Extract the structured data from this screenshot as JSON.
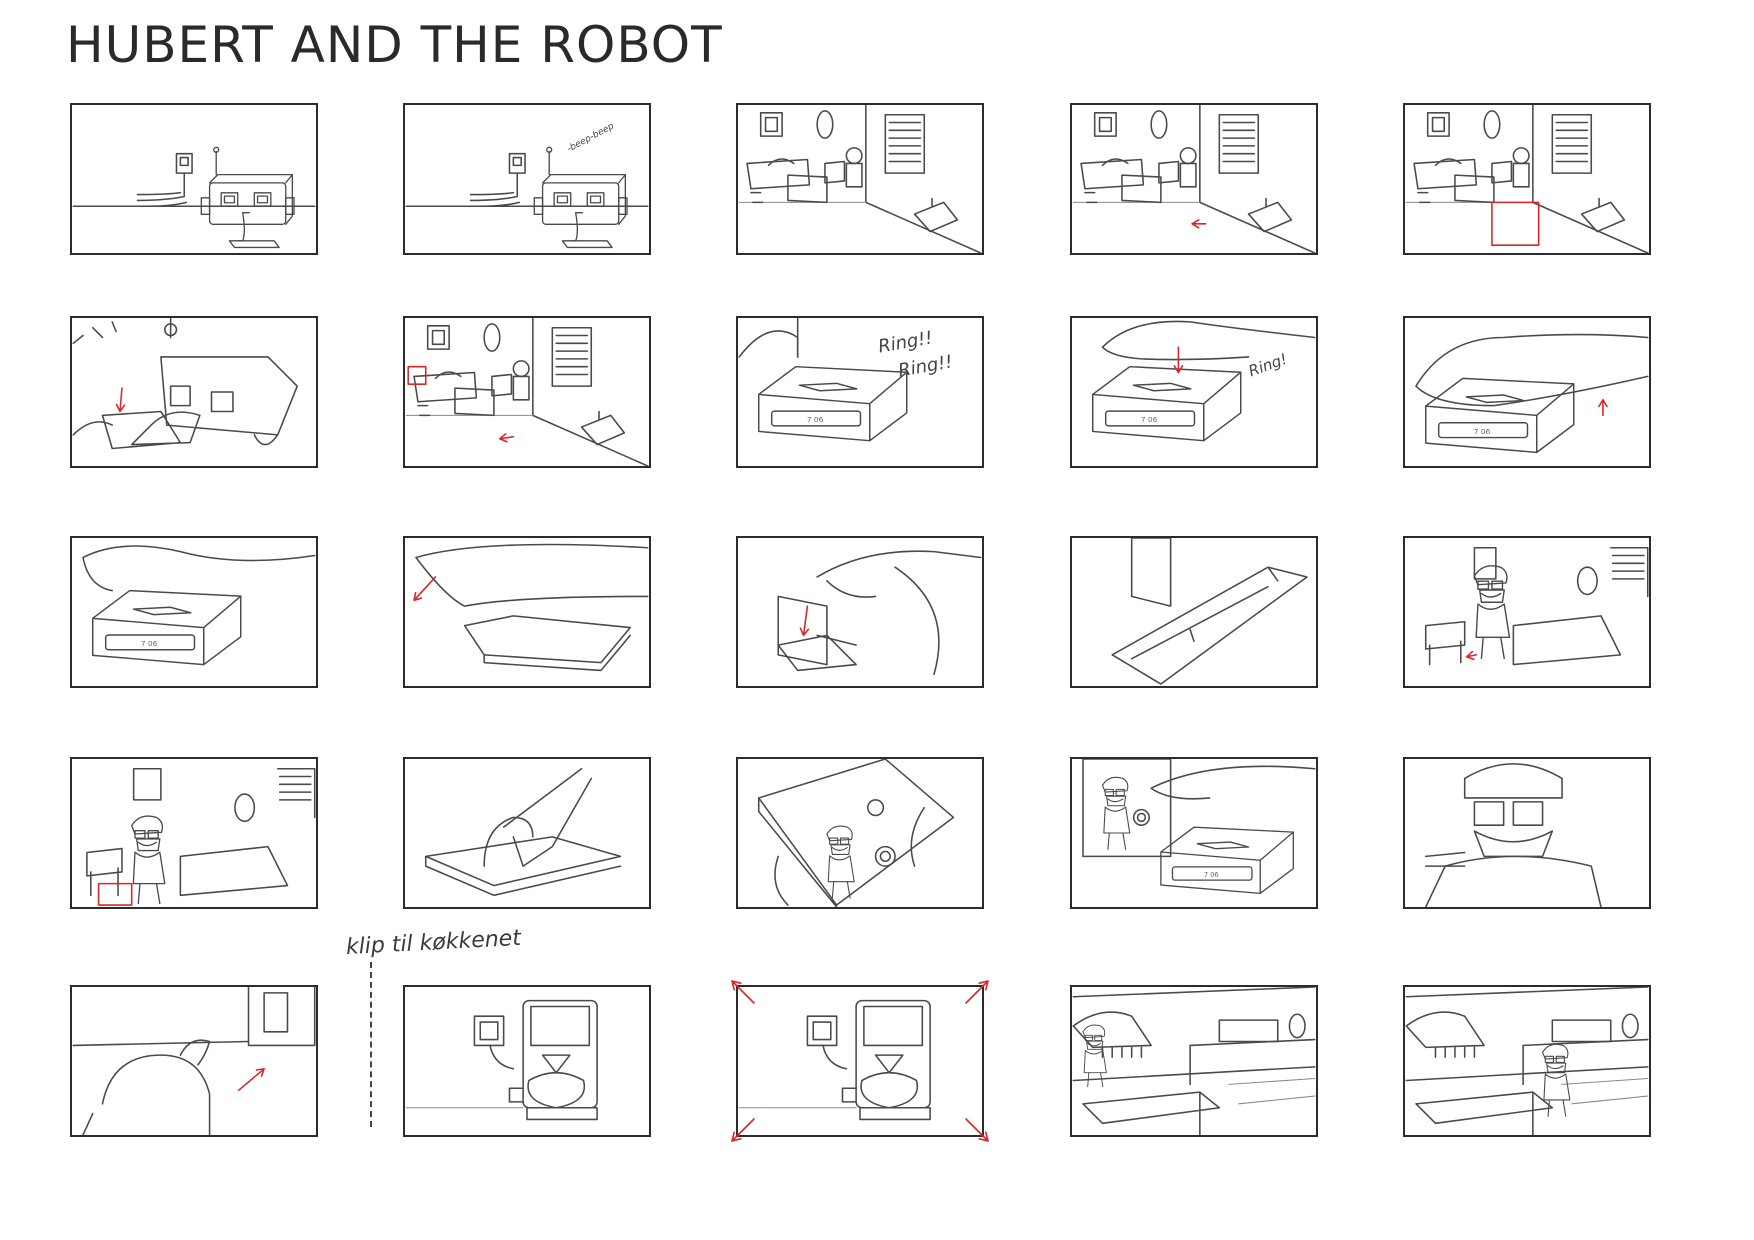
{
  "title": "HUBERT AND THE ROBOT",
  "notes": {
    "beep": "-beep-beep",
    "ring_ring": [
      "Ring!!",
      "Ring!!"
    ],
    "ring_single": "Ring!",
    "cut": "klip til køkkenet"
  },
  "colors": {
    "sketch": "#4a4a4a",
    "frame": "#2c2c2c",
    "markup": "#d8262a"
  },
  "rows": [
    [
      "robot-alarm-wide",
      "robot-alarm-beeping",
      "bedroom-wide",
      "bedroom-robot-moves",
      "bedroom-robot-highlighted"
    ],
    [
      "robot-closeup-book",
      "bedroom-clock-highlighted",
      "clock-ringing",
      "hand-press-clock",
      "hand-over-clock"
    ],
    [
      "hand-on-clock",
      "hand-lift-clock",
      "clock-drop",
      "clock-case-open",
      "hubert-bedside"
    ],
    [
      "hubert-bedside-highlight",
      "hand-take-tablet",
      "tablet-photo",
      "photo-and-clock",
      "hubert-closeup"
    ],
    [
      "hubert-back-view",
      "coffee-machine",
      "coffee-machine-zoom",
      "kitchen-wide",
      "kitchen-hubert"
    ]
  ]
}
